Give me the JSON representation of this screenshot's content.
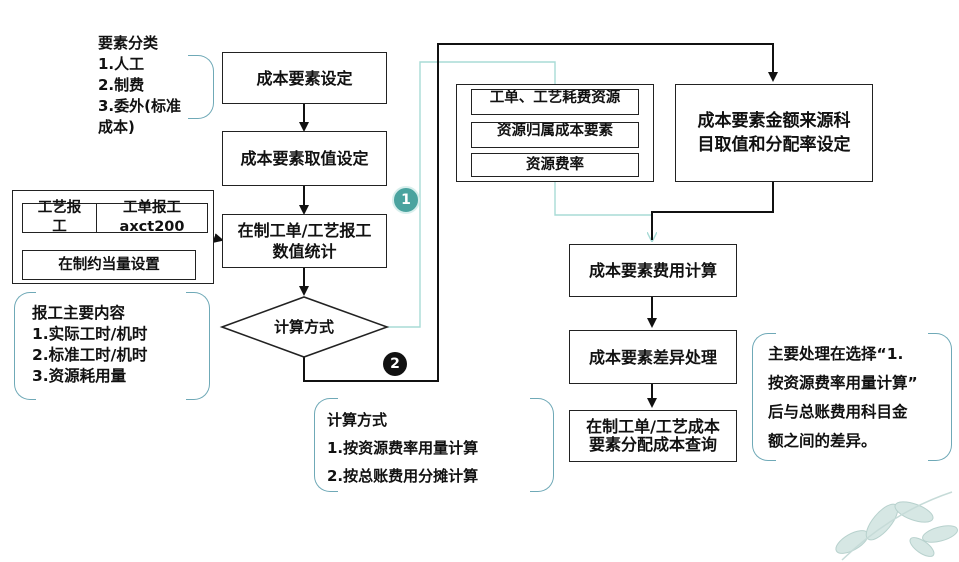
{
  "category_note": {
    "title": "要素分类",
    "items": [
      "1.人工",
      "2.制费",
      "3.委外(标准",
      "成本)"
    ]
  },
  "nodes": {
    "element_setting": "成本要素设定",
    "element_value_setting": "成本要素取值设定",
    "wip_stats": "在制工单/工艺报工数值统计",
    "calc_method": "计算方式",
    "source_setting": "成本要素金额来源科目取值和分配率设定",
    "cost_calc": "成本要素费用计算",
    "variance": "成本要素差异处理",
    "query": "在制工单/工艺成本要素分配成本查询"
  },
  "report_group": {
    "process_report": "工艺报工",
    "wo_report": "工单报工axct200",
    "equiv_qty": "在制约当量设置"
  },
  "resource_group": {
    "items": [
      "工单、工艺耗费资源",
      "资源归属成本要素",
      "资源费率"
    ]
  },
  "report_note": {
    "title": "报工主要内容",
    "items": [
      "1.实际工时/机时",
      "2.标准工时/机时",
      "3.资源耗用量"
    ]
  },
  "calc_note": {
    "title": "计算方式",
    "items": [
      "1.按资源费率用量计算",
      "2.按总账费用分摊计算"
    ]
  },
  "variance_note": {
    "lines": [
      "主要处理在选择“1.",
      "按资源费率用量计算”",
      "后与总账费用科目金",
      "额之间的差异。"
    ]
  },
  "badges": {
    "one": "1",
    "two": "2"
  },
  "colors": {
    "line": "#111111",
    "path_light": "#a8dbd6",
    "brace": "#6fa9b7",
    "badge_one": "#4aa39f",
    "badge_two": "#111111"
  }
}
